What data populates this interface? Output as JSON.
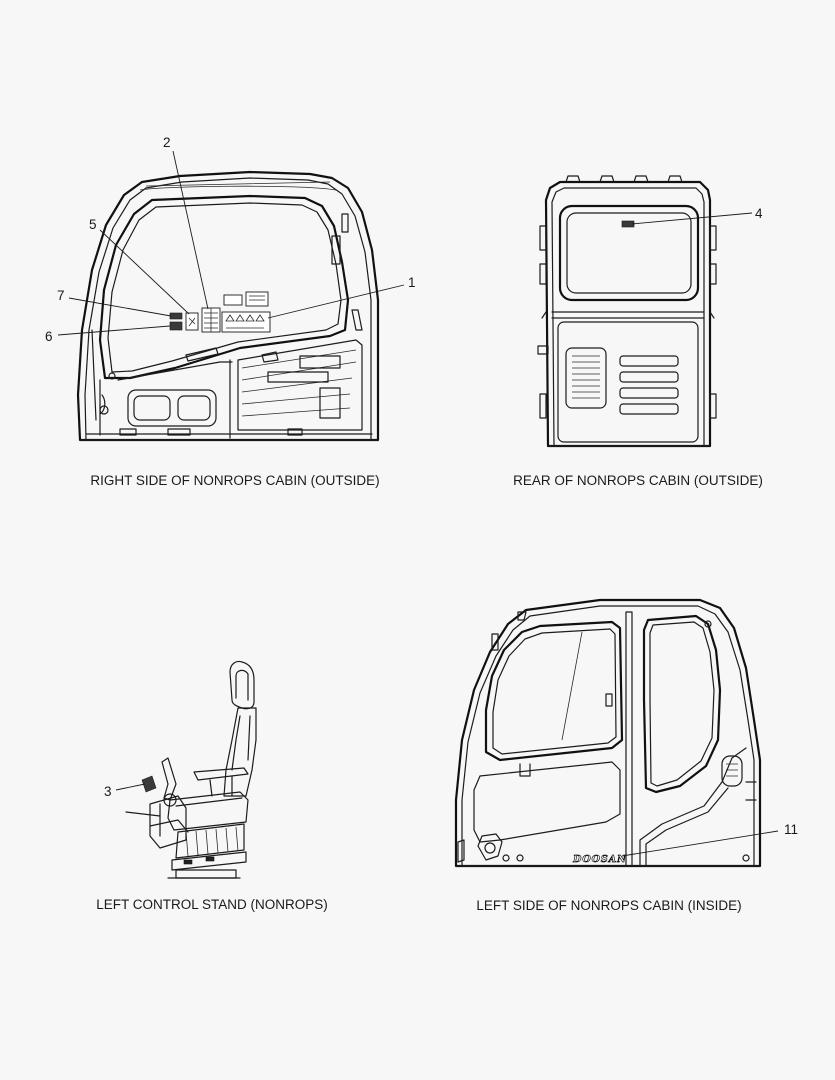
{
  "captions": {
    "right_outside": "RIGHT SIDE OF NONROPS CABIN (OUTSIDE)",
    "rear_outside": "REAR OF NONROPS CABIN (OUTSIDE)",
    "left_stand": "LEFT CONTROL STAND (NONROPS)",
    "left_inside": "LEFT SIDE OF NONROPS CABIN (INSIDE)"
  },
  "callouts": {
    "c1": "1",
    "c2": "2",
    "c3": "3",
    "c4": "4",
    "c5": "5",
    "c6": "6",
    "c7": "7",
    "c11": "11"
  },
  "brand": "DOOSAN"
}
